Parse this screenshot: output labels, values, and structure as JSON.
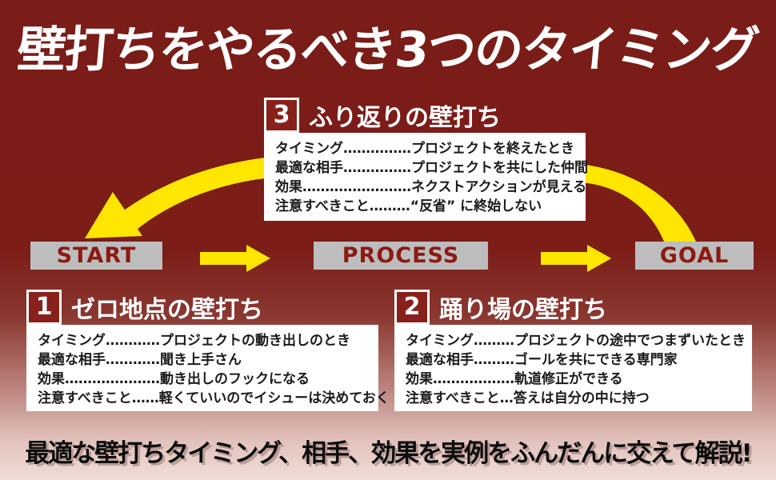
{
  "title": "壁打ちをやるべき3つのタイミング",
  "sections": {
    "s3": {
      "number": "3",
      "heading": "ふり返りの壁打ち",
      "rows": [
        "タイミング……………プロジェクトを終えたとき",
        "最適な相手……………プロジェクトを共にした仲間",
        "効果……………………ネクストアクションが見える",
        "注意すべきこと………“反省” に終始しない"
      ]
    },
    "s1": {
      "number": "1",
      "heading": "ゼロ地点の壁打ち",
      "rows": [
        "タイミング…………プロジェクトの動き出しのとき",
        "最適な相手…………聞き上手さん",
        "効果…………………動き出しのフックになる",
        "注意すべきこと……軽くていいのでイシューは決めておく"
      ]
    },
    "s2": {
      "number": "2",
      "heading": "踊り場の壁打ち",
      "rows": [
        "タイミング………プロジェクトの途中でつまずいたとき",
        "最適な相手………ゴールを共にできる専門家",
        "効果………………軌道修正ができる",
        "注意すべきこと…答えは自分の中に持つ"
      ]
    }
  },
  "timeline": {
    "start": "START",
    "process": "PROCESS",
    "goal": "GOAL"
  },
  "footer": "最適な壁打ちタイミング、相手、効果を実例をふんだんに交えて解説!",
  "colors": {
    "background_top": "#7a1c17",
    "background_bottom": "#f0ded7",
    "accent_yellow": "#ffe600",
    "stage_bar_gray": "#bdbdbd",
    "stage_bar_text": "#8d1a13",
    "detail_box_white": "#ffffff",
    "detail_text_black": "#1a1a1a",
    "title_white": "#ffffff"
  }
}
